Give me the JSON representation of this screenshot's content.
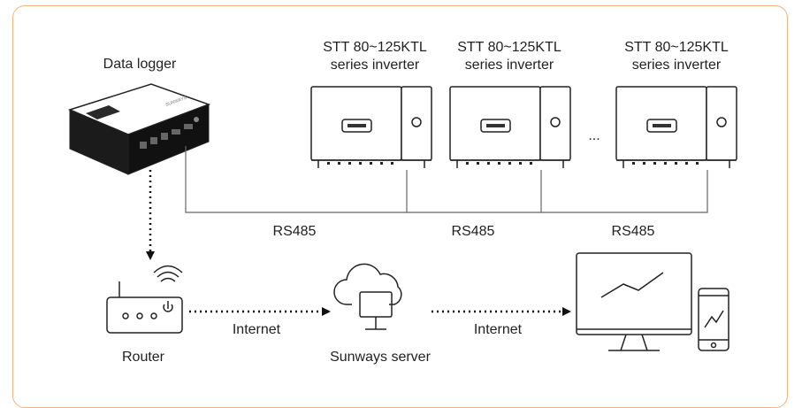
{
  "diagram": {
    "data_logger_label": "Data logger",
    "inverters": [
      {
        "line1": "STT 80~125KTL",
        "line2": "series inverter"
      },
      {
        "line1": "STT 80~125KTL",
        "line2": "series inverter"
      },
      {
        "line1": "STT 80~125KTL",
        "line2": "series inverter"
      }
    ],
    "ellipsis": "...",
    "rs485_labels": [
      "RS485",
      "RS485",
      "RS485"
    ],
    "router_label": "Router",
    "internet_labels": [
      "Internet",
      "Internet"
    ],
    "server_label": "Sunways server",
    "logger_brand": "SUNWAYS"
  },
  "colors": {
    "border": "#f2b27c",
    "line": "#555555",
    "text": "#222222"
  }
}
